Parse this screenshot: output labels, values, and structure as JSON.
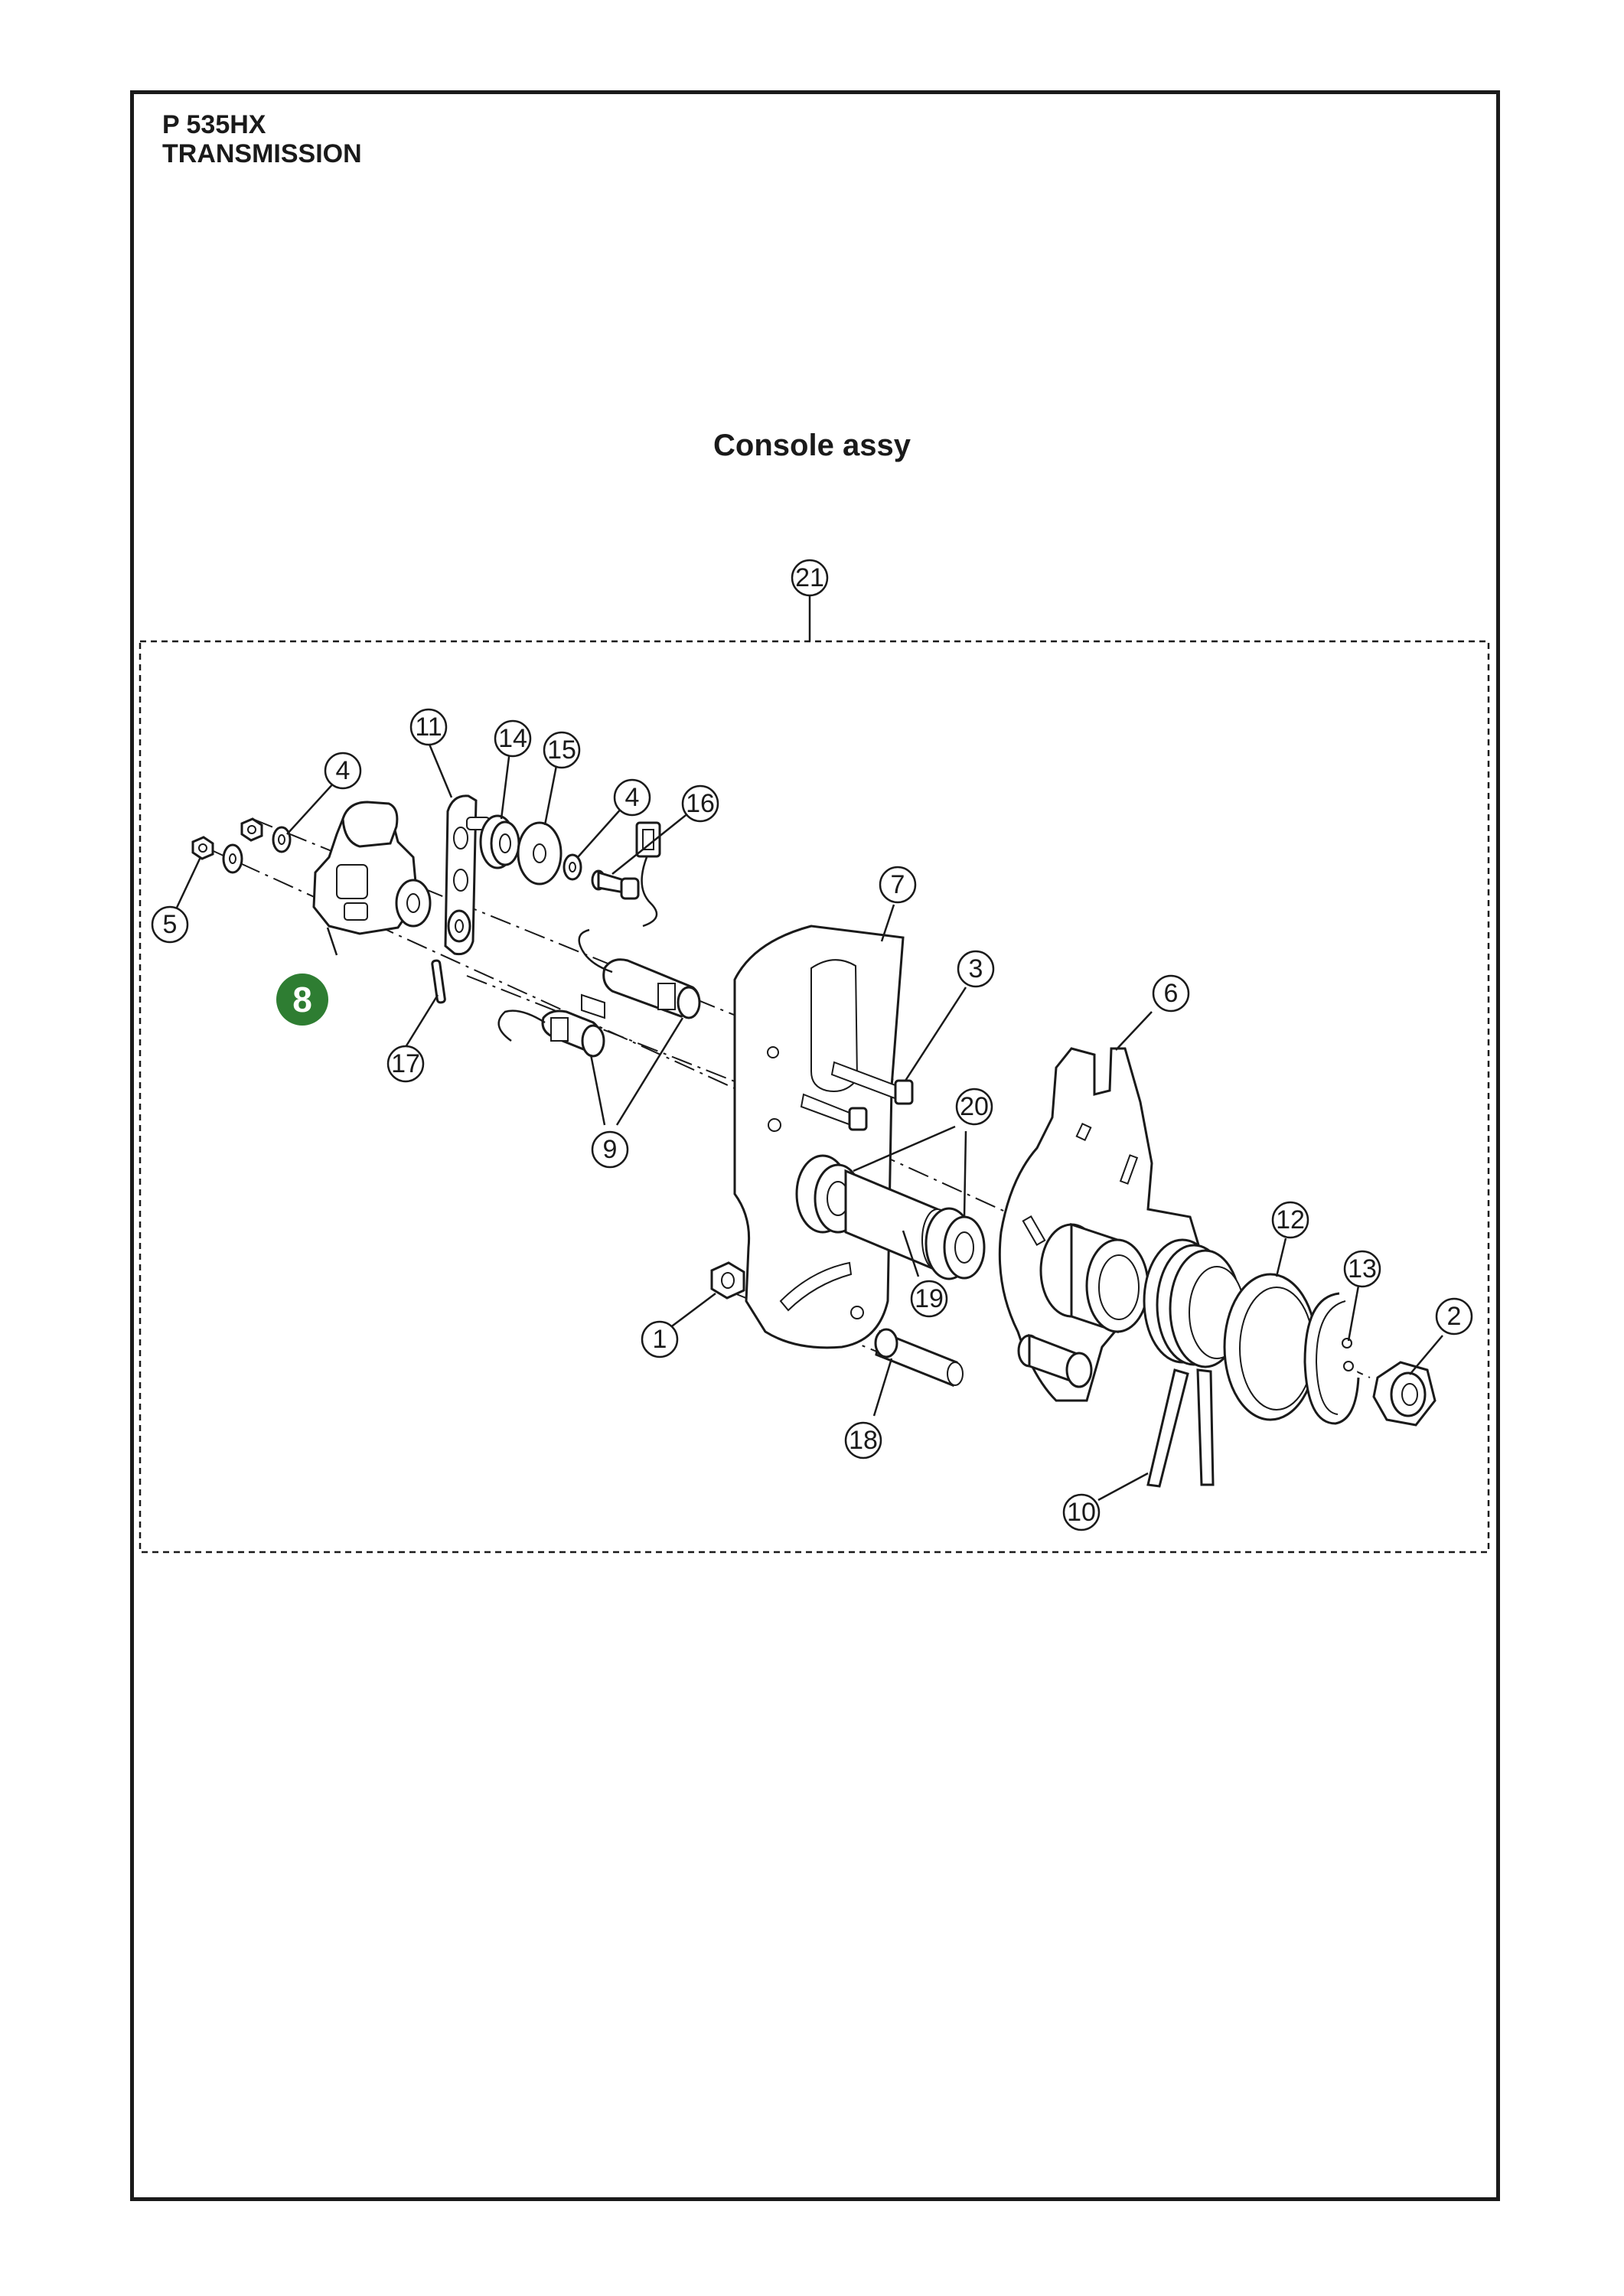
{
  "header": {
    "model": "P 535HX",
    "section": "TRANSMISSION"
  },
  "title": "Console assy",
  "assembly_callout": "21",
  "highlighted_part": "8",
  "callouts": {
    "c1": "1",
    "c2": "2",
    "c3": "3",
    "c4a": "4",
    "c4b": "4",
    "c5": "5",
    "c6": "6",
    "c7": "7",
    "c9": "9",
    "c10": "10",
    "c11": "11",
    "c12": "12",
    "c13": "13",
    "c14": "14",
    "c15": "15",
    "c16": "16",
    "c17": "17",
    "c18": "18",
    "c19": "19",
    "c20": "20"
  },
  "colors": {
    "highlight": "#2e7d32",
    "line": "#1a1a1a"
  }
}
